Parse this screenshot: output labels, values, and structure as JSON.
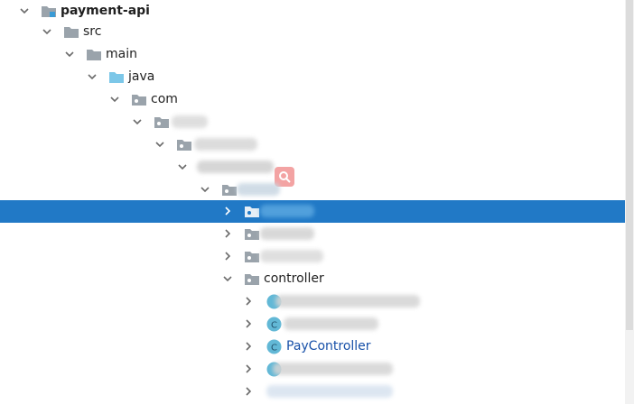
{
  "tree": {
    "root_label": "payment-api",
    "src_label": "src",
    "main_label": "main",
    "java_label": "java",
    "com_label": "com",
    "controller_label": "controller",
    "paycontroller_label": "PayController",
    "class_icon_letter": "C"
  },
  "colors": {
    "selection": "#2179c6",
    "folder_gray": "#9aa3ab",
    "folder_blue": "#7cc7e8",
    "class_icon": "#62b8d6",
    "class_text_blue": "#1750a8",
    "chevron": "#6b6b6b"
  }
}
